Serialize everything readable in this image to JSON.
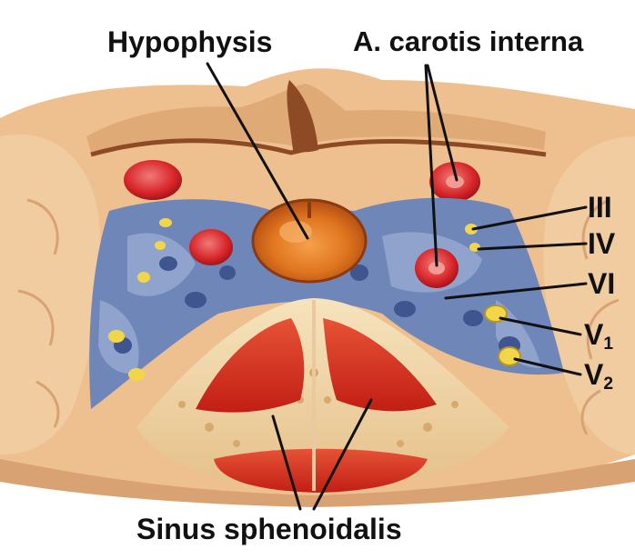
{
  "labels": {
    "hypophysis": "Hypophysis",
    "carotis": "A. carotis interna",
    "n3": "III",
    "n4": "IV",
    "n6": "VI",
    "v1_base": "V",
    "v1_sub": "1",
    "v2_base": "V",
    "v2_sub": "2",
    "sinus": "Sinus sphenoidalis"
  },
  "colors": {
    "background": "#ffffff",
    "bone": "#f1d5a0",
    "bone_dark": "#d9a86c",
    "brain_tissue": "#e8b98a",
    "dura": "#b86a3a",
    "sinus_blue": "#6f86b8",
    "sinus_blue_light": "#a9b9d8",
    "vessel_red": "#d8262a",
    "gland_orange": "#d96a1e",
    "sinus_red": "#cf2a1e",
    "nerve_yellow": "#f2d64a"
  }
}
